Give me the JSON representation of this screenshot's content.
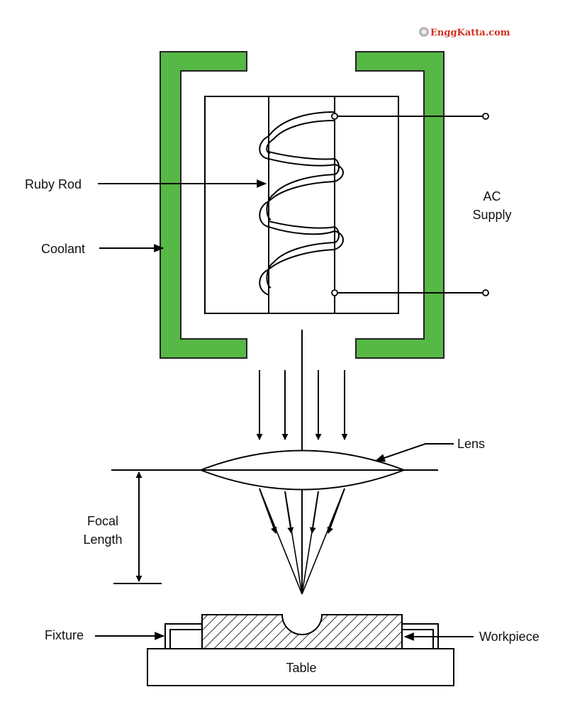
{
  "brand": {
    "text": "EnggKatta.com",
    "color": "#d0301f"
  },
  "labels": {
    "ruby_rod": "Ruby Rod",
    "coolant": "Coolant",
    "ac_line1": "AC",
    "ac_line2": "Supply",
    "lens": "Lens",
    "focal_line1": "Focal",
    "focal_line2": "Length",
    "fixture": "Fixture",
    "workpiece": "Workpiece",
    "table": "Table"
  },
  "colors": {
    "coolant_jacket": "#56b845",
    "line": "#000000",
    "background": "#ffffff"
  }
}
